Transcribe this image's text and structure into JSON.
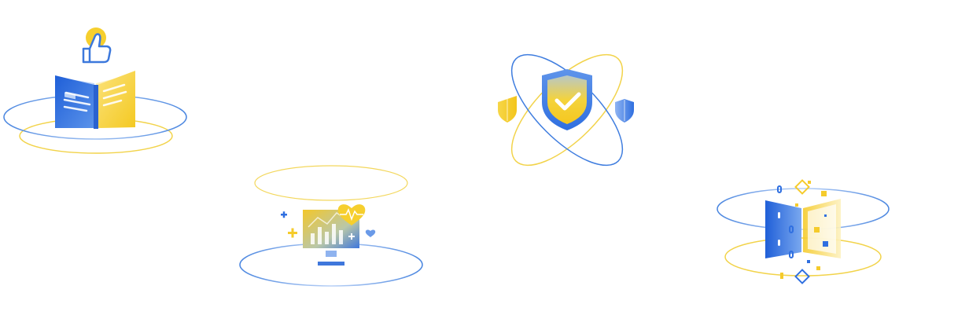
{
  "illustrations": [
    {
      "id": "book",
      "icon": "thumbs-up-book-icon"
    },
    {
      "id": "monitor",
      "icon": "health-monitor-icon"
    },
    {
      "id": "shield",
      "icon": "security-shield-icon"
    },
    {
      "id": "door",
      "icon": "data-door-icon"
    }
  ],
  "colors": {
    "blue": "#2f6fe0",
    "blue_light": "#7aa8ef",
    "yellow": "#f5cb2b",
    "yellow_light": "#fbe58a",
    "ring_blue": "#4a86e0",
    "ring_yellow": "#f2d34a"
  }
}
